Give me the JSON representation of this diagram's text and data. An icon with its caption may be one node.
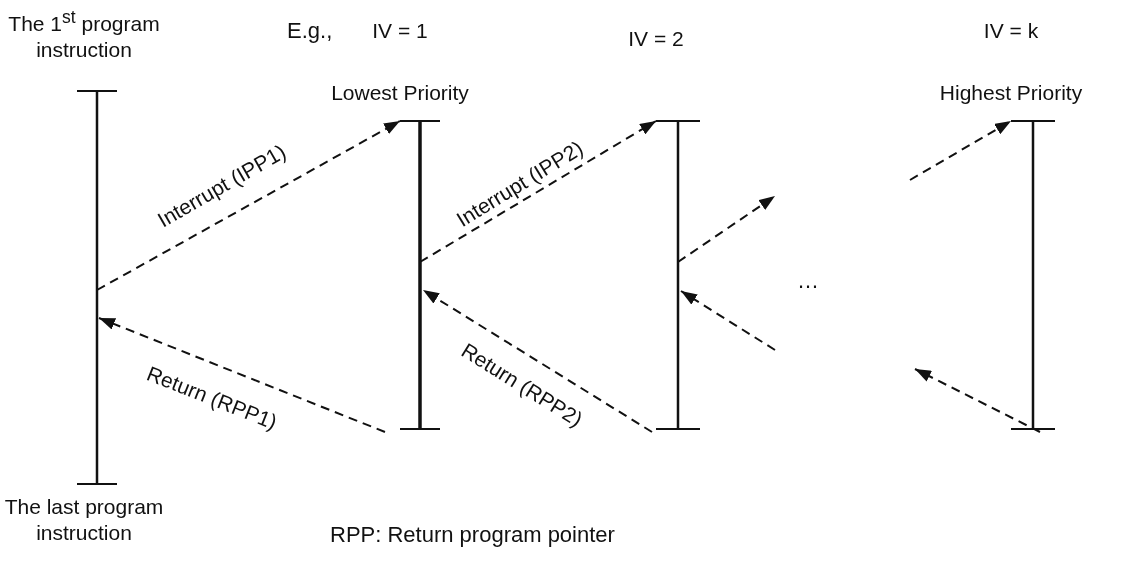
{
  "diagram": {
    "nodes": [
      {
        "text": [
          "The 1$^{st}$ program instruction",
          "The last program instruction"
        ]
      },
      {
        "text": [
          "IV = 1",
          "Lowest Priority"
        ]
      },
      {
        "text": [
          "IV = 2"
        ]
      },
      {
        "text": [
          "IV = k",
          "Highest Priority"
        ]
      }
    ],
    "edges": [
      {
        "from": 0,
        "to": 1,
        "arrow": "to",
        "label": "Interrupt (IPP1)",
        "style": "dashed"
      },
      {
        "from": 1,
        "to": 0,
        "arrow": "to",
        "label": "Return (RPP1)",
        "style": "dashed"
      },
      {
        "from": 1,
        "to": 2,
        "arrow": "to",
        "label": "Interrupt (IPP2)",
        "style": "dashed"
      },
      {
        "from": 2,
        "to": 1,
        "arrow": "to",
        "label": "Return (RPP2)",
        "style": "dashed"
      },
      {
        "from": 2,
        "to": null,
        "arrow": "to",
        "style": "dashed"
      },
      {
        "from": null,
        "to": 2,
        "arrow": "to",
        "style": "dashed"
      },
      {
        "from": null,
        "to": 3,
        "arrow": "to",
        "style": "dashed"
      },
      {
        "from": 3,
        "to": null,
        "arrow": "to",
        "style": "dashed"
      }
    ],
    "labels": [
      "E.g.,",
      "…",
      "RPP: Return program pointer"
    ]
  }
}
